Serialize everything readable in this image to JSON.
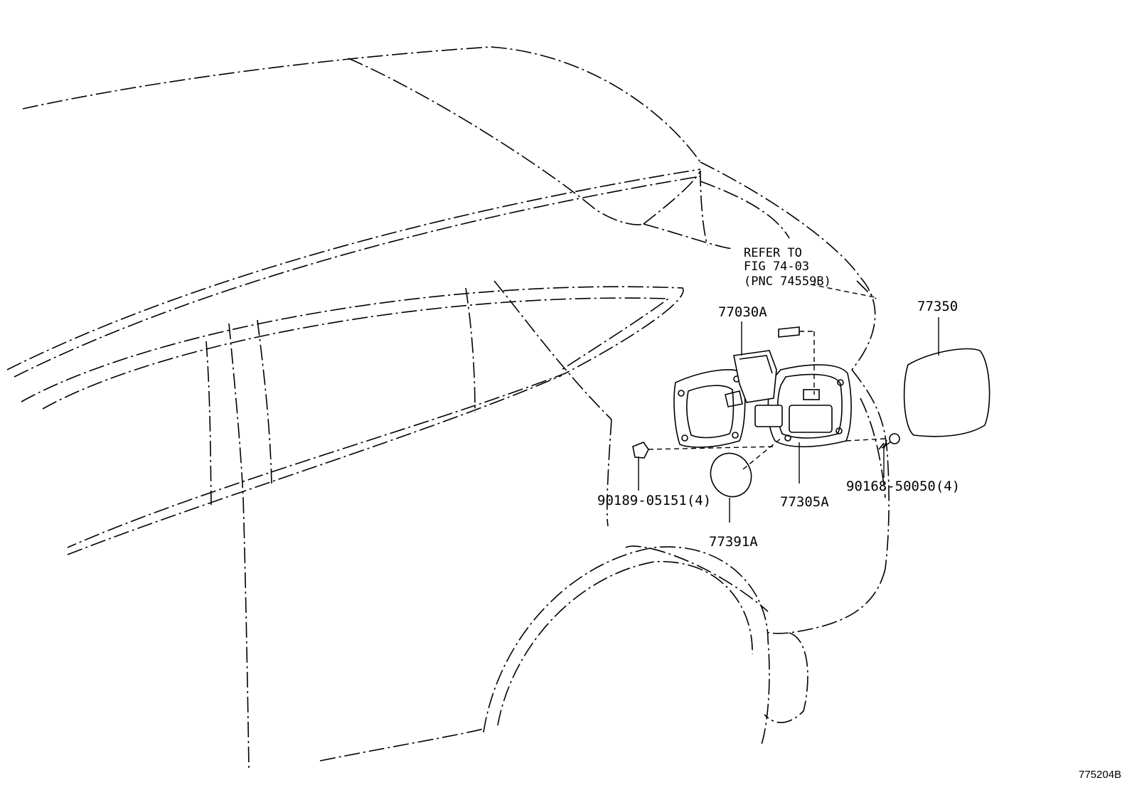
{
  "diagram": {
    "note": {
      "line1": "REFER TO",
      "line2": "FIG 74-03",
      "line3": "(PNC 74559B)"
    },
    "callouts": {
      "p77030a": "77030A",
      "p77350": "77350",
      "p90189": "90189-05151(4)",
      "p77305a": "77305A",
      "p90168": "90168-50050(4)",
      "p77391a": "77391A"
    },
    "figure_id": "775204B"
  }
}
